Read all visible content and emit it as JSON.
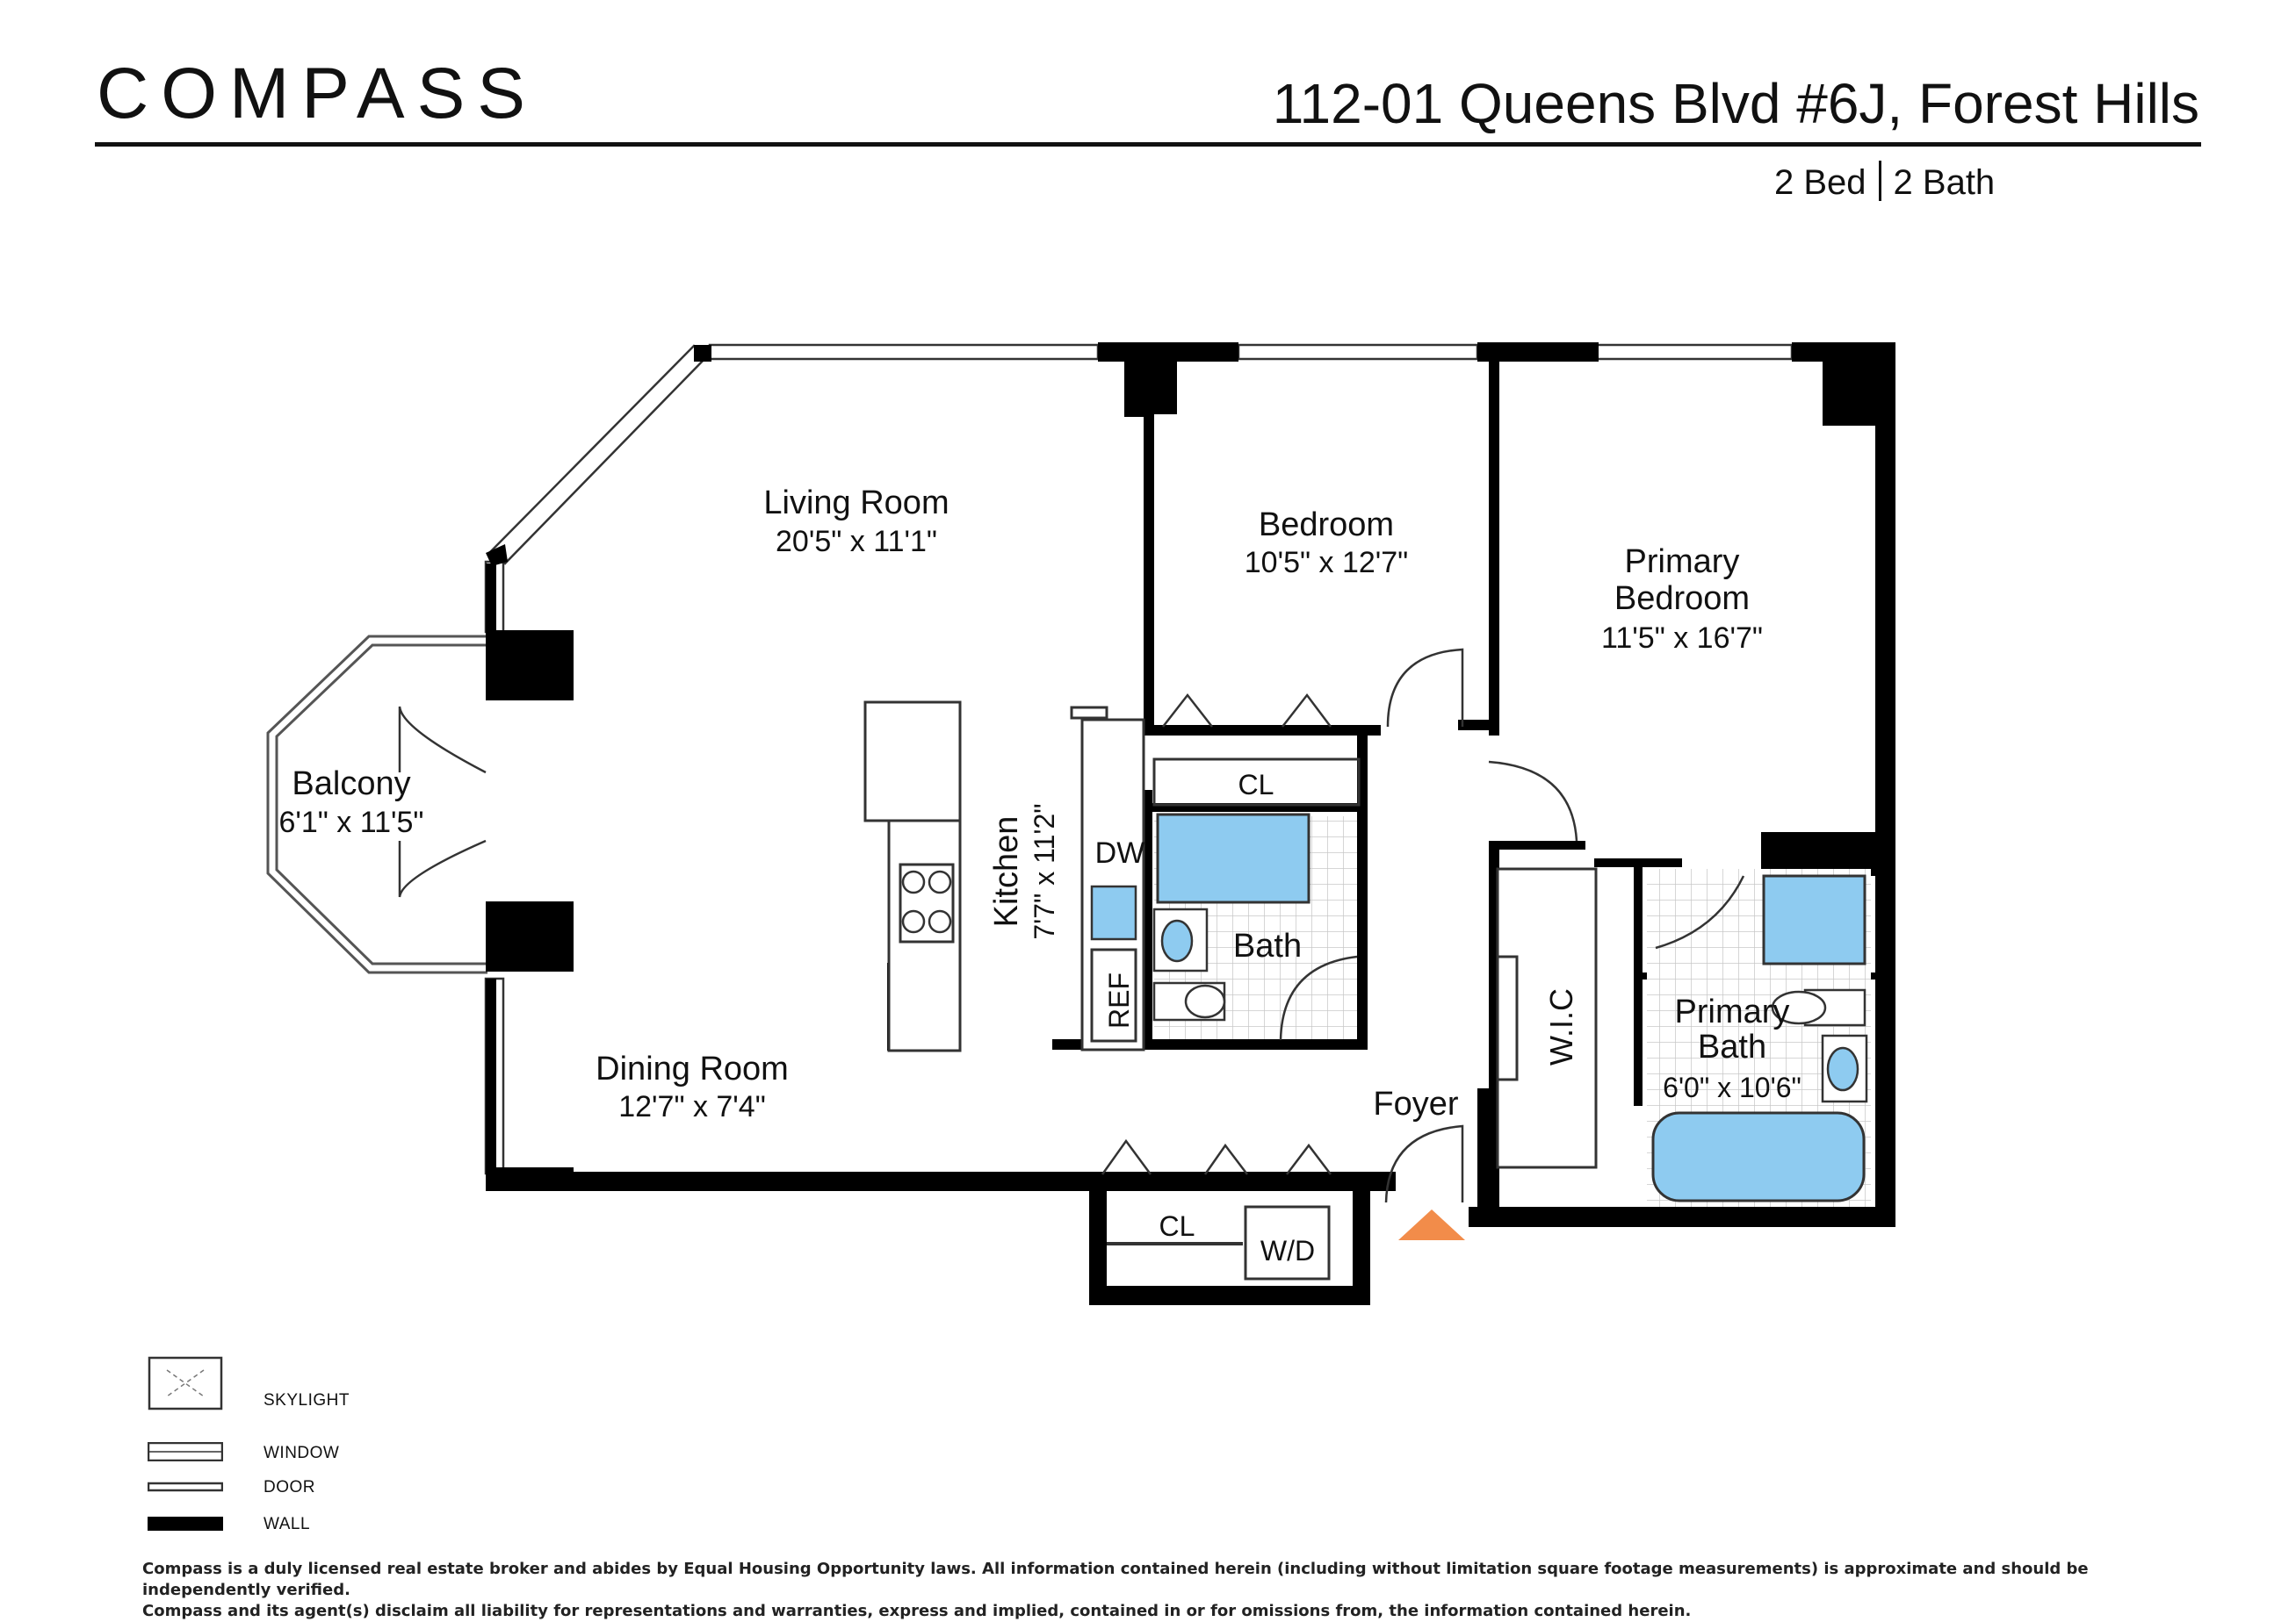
{
  "header": {
    "brand": "COMPASS",
    "address": "112-01 Queens Blvd #6J, Forest Hills",
    "beds": "2 Bed",
    "baths": "2 Bath"
  },
  "rooms": {
    "living": {
      "name": "Living Room",
      "dims": "20'5\" x 11'1\""
    },
    "bedroom": {
      "name": "Bedroom",
      "dims": "10'5\" x 12'7\""
    },
    "primary_bedroom": {
      "name_line1": "Primary",
      "name_line2": "Bedroom",
      "dims": "11'5\" x 16'7\""
    },
    "balcony": {
      "name": "Balcony",
      "dims": "6'1\" x 11'5\""
    },
    "kitchen": {
      "name": "Kitchen",
      "dims": "7'7\" x 11'2\""
    },
    "bath": {
      "name": "Bath"
    },
    "primary_bath": {
      "name_line1": "Primary",
      "name_line2": "Bath",
      "dims": "6'0\" x 10'6\""
    },
    "dining": {
      "name": "Dining Room",
      "dims": "12'7\" x 7'4\""
    },
    "foyer": {
      "name": "Foyer"
    },
    "wic": {
      "name": "W.I.C"
    }
  },
  "fixtures": {
    "dw": "DW",
    "ref": "REF",
    "cl_bedroom": "CL",
    "cl_hall": "CL",
    "wd": "W/D"
  },
  "legend": {
    "skylight": "SKYLIGHT",
    "window": "WINDOW",
    "door": "DOOR",
    "wall": "WALL"
  },
  "disclaimer": {
    "line1": "Compass is a duly licensed real estate broker and abides by Equal Housing Opportunity laws.  All information contained herein (including without limitation square footage measurements) is approximate and should be independently verified.",
    "line2": "Compass and its agent(s) disclaim all liability for representations and warranties, express and implied, contained in or for omissions from, the information contained herein."
  },
  "colors": {
    "wall": "#000000",
    "fixture_blue": "#8ecbf0",
    "entry_arrow": "#f28c4a",
    "tile": "#c8c8c8"
  }
}
